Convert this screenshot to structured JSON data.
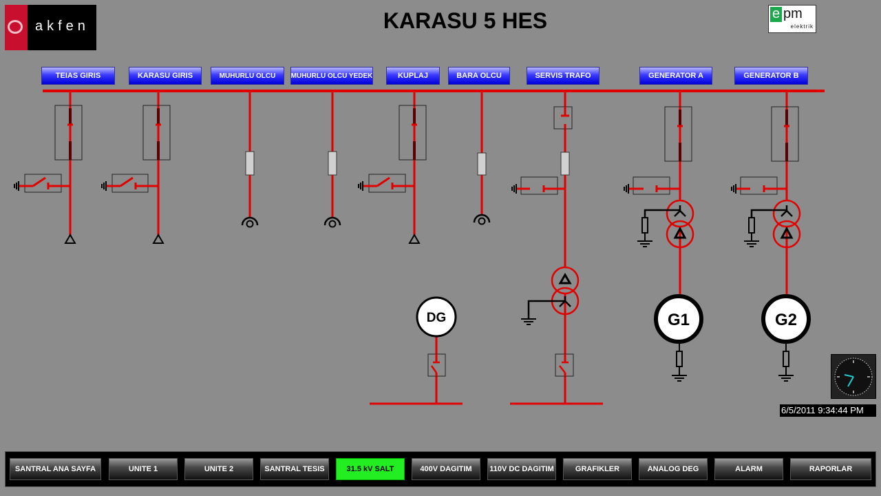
{
  "header": {
    "title": "KARASU 5 HES",
    "logo_left": "akfen",
    "logo_right": "epm elektrik"
  },
  "feeders": [
    {
      "label": "TEIAS GIRIS"
    },
    {
      "label": "KARASU GIRIS"
    },
    {
      "label": "MUHURLU OLCU"
    },
    {
      "label": "MUHURLU OLCU YEDEK"
    },
    {
      "label": "KUPLAJ"
    },
    {
      "label": "BARA OLCU"
    },
    {
      "label": "SERVIS TRAFO"
    },
    {
      "label": "GENERATOR A"
    },
    {
      "label": "GENERATOR B"
    }
  ],
  "diagram": {
    "dg_label": "DG",
    "g1_label": "G1",
    "g2_label": "G2",
    "line_color": "#e00000"
  },
  "clock": {
    "datetime": "6/5/2011 9:34:44 PM"
  },
  "nav": {
    "items": [
      {
        "label": "SANTRAL ANA SAYFA"
      },
      {
        "label": "UNITE 1"
      },
      {
        "label": "UNITE 2"
      },
      {
        "label": "SANTRAL TESIS"
      },
      {
        "label": "31.5 kV SALT",
        "active": true
      },
      {
        "label": "400V DAGITIM"
      },
      {
        "label": "110V DC DAGITIM"
      },
      {
        "label": "GRAFIKLER"
      },
      {
        "label": "ANALOG DEG"
      },
      {
        "label": "ALARM"
      },
      {
        "label": "RAPORLAR"
      }
    ],
    "active_color": "#22ee22"
  }
}
